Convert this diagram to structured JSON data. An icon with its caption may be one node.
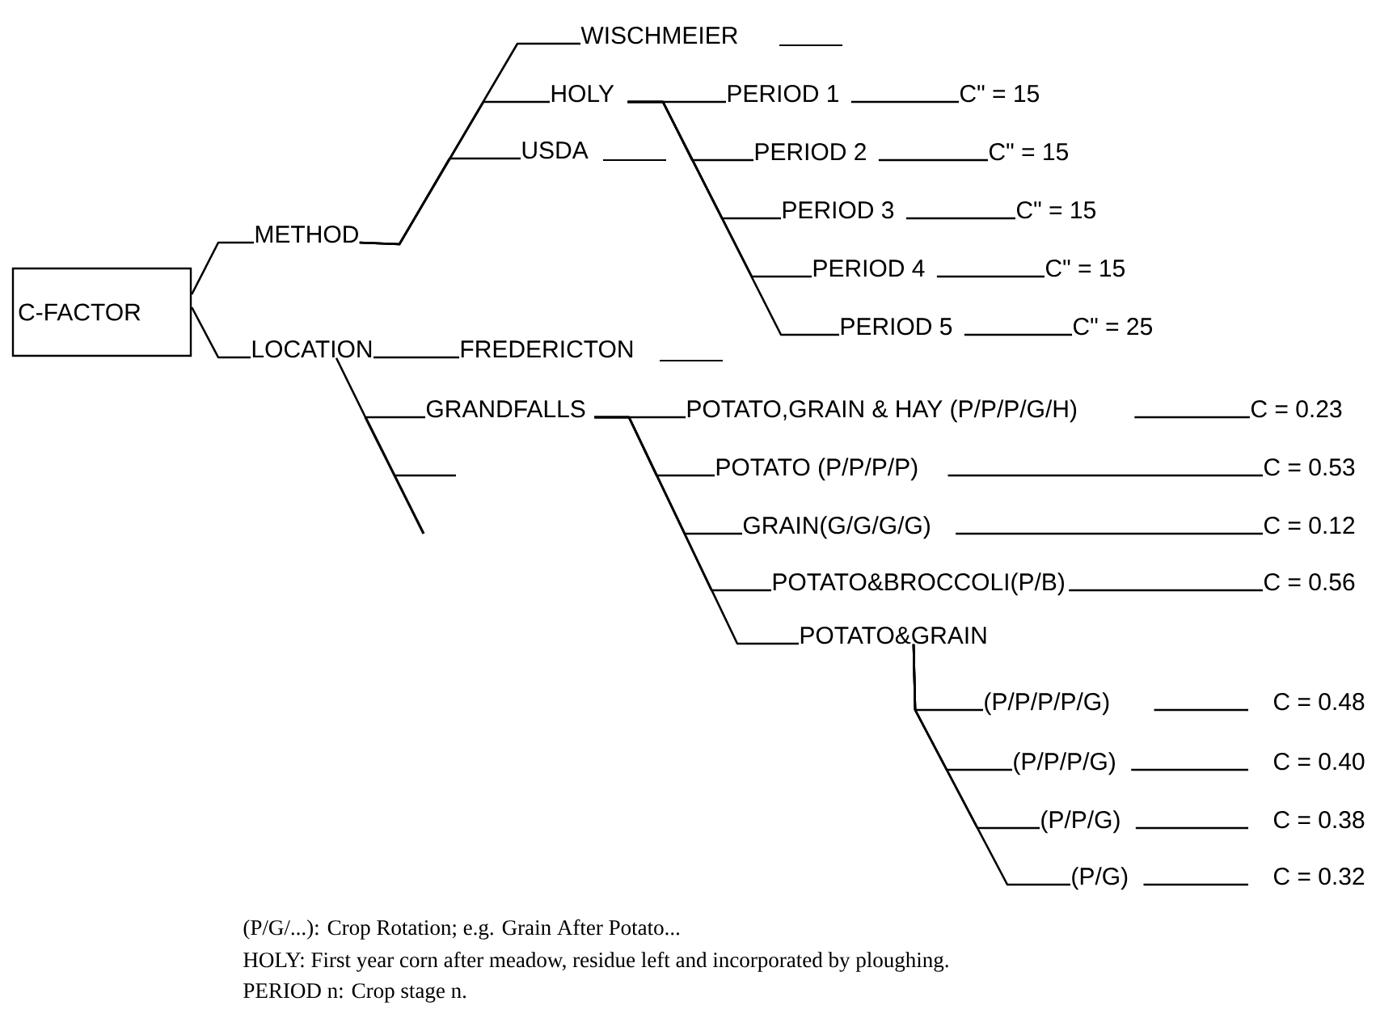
{
  "diagram": {
    "nodes": [
      {
        "text": [
          "C-FACTOR"
        ]
      },
      {
        "text": [
          "METHOD"
        ]
      },
      {
        "text": [
          "LOCATION"
        ]
      },
      {
        "text": [
          "WISCHMEIER"
        ]
      },
      {
        "text": [
          "HOLY"
        ]
      },
      {
        "text": [
          "USDA"
        ]
      },
      {
        "text": [
          "PERIOD 1"
        ]
      },
      {
        "text": [
          "C\" = 15"
        ]
      },
      {
        "text": [
          "PERIOD 2"
        ]
      },
      {
        "text": [
          "C\" = 15"
        ]
      },
      {
        "text": [
          "PERIOD 3"
        ]
      },
      {
        "text": [
          "C\" = 15"
        ]
      },
      {
        "text": [
          "PERIOD 4"
        ]
      },
      {
        "text": [
          "C\" = 15"
        ]
      },
      {
        "text": [
          "PERIOD 5"
        ]
      },
      {
        "text": [
          "C\" = 25"
        ]
      },
      {
        "text": [
          "FREDERICTON"
        ]
      },
      {
        "text": [
          "GRANDFALLS"
        ]
      },
      {
        "text": [
          "POTATO,GRAIN & HAY (P/P/P/G/H)"
        ]
      },
      {
        "text": [
          "C = 0.23"
        ]
      },
      {
        "text": [
          "POTATO (P/P/P/P)"
        ]
      },
      {
        "text": [
          "C = 0.53"
        ]
      },
      {
        "text": [
          "GRAIN(G/G/G/G)"
        ]
      },
      {
        "text": [
          "C = 0.12"
        ]
      },
      {
        "text": [
          "POTATO&BROCCOLI(P/B)"
        ]
      },
      {
        "text": [
          "C = 0.56"
        ]
      },
      {
        "text": [
          "POTATO&GRAIN"
        ]
      },
      {
        "text": [
          "(P/P/P/P/G)"
        ]
      },
      {
        "text": [
          "C = 0.48"
        ]
      },
      {
        "text": [
          "(P/P/P/G)"
        ]
      },
      {
        "text": [
          "C = 0.40"
        ]
      },
      {
        "text": [
          "(P/P/G)"
        ]
      },
      {
        "text": [
          "C = 0.38"
        ]
      },
      {
        "text": [
          "(P/G)"
        ]
      },
      {
        "text": [
          "C = 0.32"
        ]
      }
    ],
    "edges": [
      {
        "from": 0,
        "to": 1,
        "arrow": "none"
      },
      {
        "from": 0,
        "to": 2,
        "arrow": "none"
      },
      {
        "from": 1,
        "to": 3,
        "arrow": "none"
      },
      {
        "from": 1,
        "to": 4,
        "arrow": "none"
      },
      {
        "from": 1,
        "to": 5,
        "arrow": "none"
      },
      {
        "from": 4,
        "to": 6,
        "arrow": "none"
      },
      {
        "from": 4,
        "to": 8,
        "arrow": "none"
      },
      {
        "from": 4,
        "to": 10,
        "arrow": "none"
      },
      {
        "from": 4,
        "to": 12,
        "arrow": "none"
      },
      {
        "from": 4,
        "to": 14,
        "arrow": "none"
      },
      {
        "from": 6,
        "to": 7,
        "arrow": "none"
      },
      {
        "from": 8,
        "to": 9,
        "arrow": "none"
      },
      {
        "from": 10,
        "to": 11,
        "arrow": "none"
      },
      {
        "from": 12,
        "to": 13,
        "arrow": "none"
      },
      {
        "from": 14,
        "to": 15,
        "arrow": "none"
      },
      {
        "from": 2,
        "to": 16,
        "arrow": "none"
      },
      {
        "from": 2,
        "to": 17,
        "arrow": "none"
      },
      {
        "from": 17,
        "to": 18,
        "arrow": "none"
      },
      {
        "from": 17,
        "to": 20,
        "arrow": "none"
      },
      {
        "from": 17,
        "to": 22,
        "arrow": "none"
      },
      {
        "from": 17,
        "to": 24,
        "arrow": "none"
      },
      {
        "from": 17,
        "to": 26,
        "arrow": "none"
      },
      {
        "from": 18,
        "to": 19,
        "arrow": "none"
      },
      {
        "from": 20,
        "to": 21,
        "arrow": "none"
      },
      {
        "from": 22,
        "to": 23,
        "arrow": "none"
      },
      {
        "from": 24,
        "to": 25,
        "arrow": "none"
      },
      {
        "from": 26,
        "to": 27,
        "arrow": "none"
      },
      {
        "from": 26,
        "to": 29,
        "arrow": "none"
      },
      {
        "from": 26,
        "to": 31,
        "arrow": "none"
      },
      {
        "from": 26,
        "to": 33,
        "arrow": "none"
      },
      {
        "from": 27,
        "to": 28,
        "arrow": "none"
      },
      {
        "from": 29,
        "to": 30,
        "arrow": "none"
      },
      {
        "from": 31,
        "to": 32,
        "arrow": "none"
      },
      {
        "from": 33,
        "to": 34,
        "arrow": "none"
      }
    ],
    "labels": [
      "(P/G/...): Crop Rotation; e.g. Grain After Potato...",
      "HOLY: First year corn after meadow, residue left and incorporated by ploughing.",
      "PERIOD n: Crop stage n."
    ]
  }
}
